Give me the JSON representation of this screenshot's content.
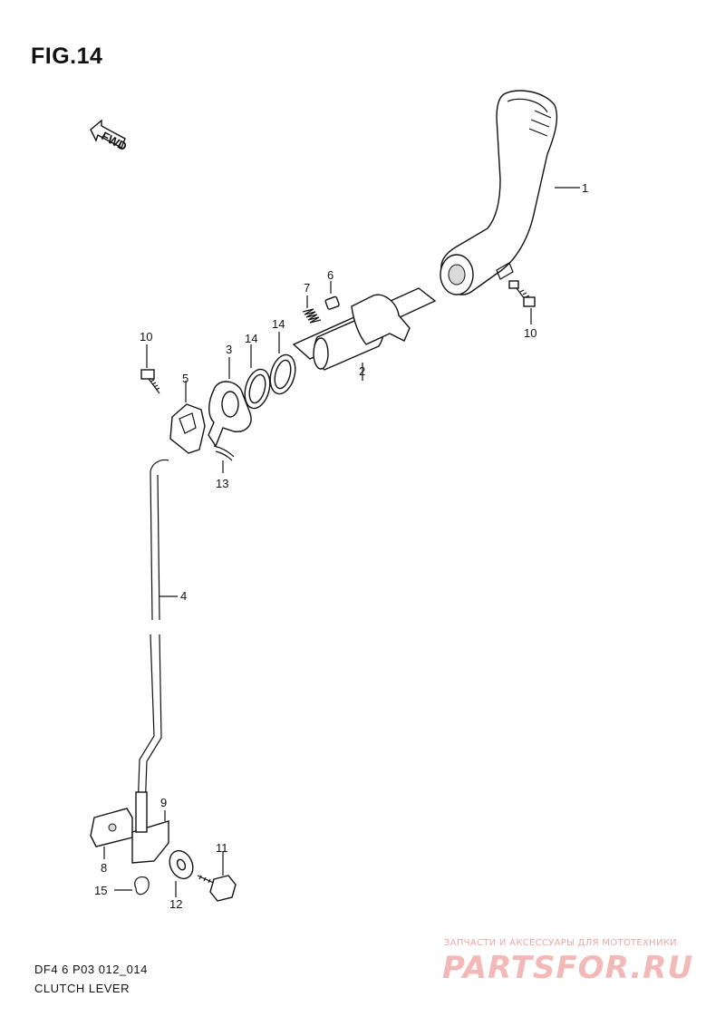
{
  "figure": {
    "title": "FIG.14",
    "direction_label": "FWD",
    "code": "DF4 6 P03 012_014",
    "name": "CLUTCH LEVER"
  },
  "callouts": {
    "c1": "1",
    "c2": "2",
    "c3": "3",
    "c4": "4",
    "c5": "5",
    "c6": "6",
    "c7": "7",
    "c8": "8",
    "c9": "9",
    "c10a": "10",
    "c10b": "10",
    "c11": "11",
    "c12": "12",
    "c13": "13",
    "c14a": "14",
    "c14b": "14",
    "c15": "15"
  },
  "watermark": {
    "tagline": "ЗАПЧАСТИ И АКСЕССУАРЫ ДЛЯ МОТОТЕХНИКИ",
    "logo": "PARTSFOR.RU"
  },
  "colors": {
    "ink": "#111111",
    "watermark": "#f3b8b8"
  }
}
